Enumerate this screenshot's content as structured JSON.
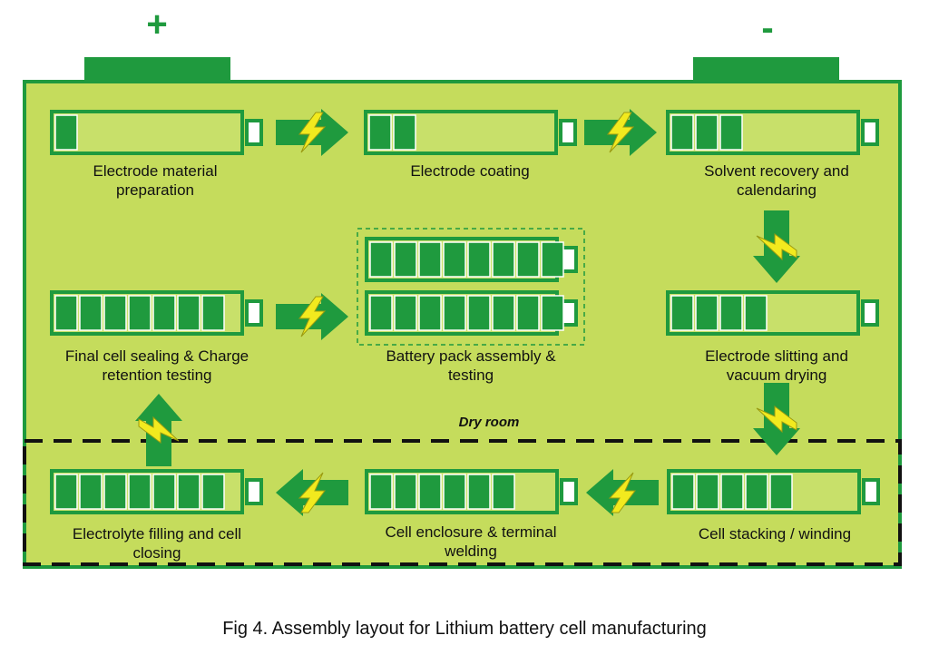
{
  "colors": {
    "board": "#c5dc5c",
    "green": "#1f9a3e",
    "cell_fill": "#c8e06a",
    "bolt": "#f2ea1e",
    "dashed": "#111111"
  },
  "terminals": {
    "positive": "+",
    "negative": "-"
  },
  "dry_room": {
    "label": "Dry room"
  },
  "steps": [
    {
      "label_lines": [
        "Electrode material",
        "preparation"
      ],
      "charge_segments": 1
    },
    {
      "label_lines": [
        "Electrode coating"
      ],
      "charge_segments": 2
    },
    {
      "label_lines": [
        "Solvent recovery and",
        "calendaring"
      ],
      "charge_segments": 3
    },
    {
      "label_lines": [
        "Electrode slitting and",
        "vacuum drying"
      ],
      "charge_segments": 4
    },
    {
      "label_lines": [
        "Cell stacking / winding"
      ],
      "charge_segments": 5
    },
    {
      "label_lines": [
        "Cell enclosure & terminal",
        "welding"
      ],
      "charge_segments": 6
    },
    {
      "label_lines": [
        "Electrolyte filling and cell",
        "closing"
      ],
      "charge_segments": 7
    },
    {
      "label_lines": [
        "Final cell sealing & Charge",
        "retention testing"
      ],
      "charge_segments": 7
    },
    {
      "label_lines": [
        "Battery pack assembly &",
        "testing"
      ],
      "charge_segments": 8
    }
  ],
  "caption": "Fig 4. Assembly layout for Lithium battery cell manufacturing"
}
